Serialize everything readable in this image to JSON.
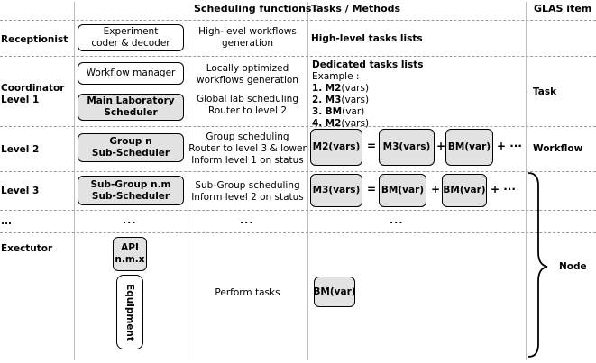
{
  "headers": {
    "scheduling": "Scheduling functions",
    "tasks": "Tasks / Methods",
    "glas": "GLAS item"
  },
  "rows": {
    "receptionist": "Receptionist",
    "coordinator_1": "Coordinator",
    "coordinator_2": "Level 1",
    "level2": "Level 2",
    "level3": "Level 3",
    "dots": "...",
    "executor": "Exectutor"
  },
  "boxes": {
    "experiment_1": "Experiment",
    "experiment_2": "coder & decoder",
    "workflow_manager": "Workflow manager",
    "main_lab_1": "Main Laboratory",
    "main_lab_2": "Scheduler",
    "group_1": "Group n",
    "group_2": "Sub-Scheduler",
    "subgroup_1": "Sub-Group n.m",
    "subgroup_2": "Sub-Scheduler",
    "api_1": "API",
    "api_2": "n.m.x",
    "equipment": "Equipment"
  },
  "scheduling": {
    "receptionist_1": "High-level workflows",
    "receptionist_2": "generation",
    "coord_a1": "Locally optimized",
    "coord_a2": "workflows generation",
    "coord_b1": "Global lab scheduling",
    "coord_b2": "Router to level 2",
    "level2_1": "Group scheduling",
    "level2_2": "Router to level 3 & lower",
    "level2_3": "Inform level 1 on status",
    "level3_1": "Sub-Group scheduling",
    "level3_2": "Inform level 2 on status",
    "dots": "...",
    "executor": "Perform tasks"
  },
  "tasks": {
    "receptionist": "High-level tasks lists",
    "dedicated": "Dedicated tasks lists",
    "example": "Example :",
    "item1_num": "1.",
    "item1_m": "M2",
    "item1_v": "(vars)",
    "item2_num": "2.",
    "item2_m": "M3",
    "item2_v": "(vars)",
    "item3_num": "3.",
    "item3_m": "BM",
    "item3_v": "(var)",
    "item4_num": "4.",
    "item4_m": "M2",
    "item4_v": "(vars)",
    "l2_m2": "M2(vars)",
    "l2_m3": "M3(vars)",
    "l2_bm": "BM(var)",
    "l3_m3": "M3(vars)",
    "l3_bm1": "BM(var)",
    "l3_bm2": "BM(var)",
    "exec_bm": "BM(var)",
    "eq": "=",
    "plus": "+",
    "plus_more": "+ ···",
    "dots": "..."
  },
  "glas": {
    "task": "Task",
    "workflow": "Workflow",
    "node": "Node"
  }
}
